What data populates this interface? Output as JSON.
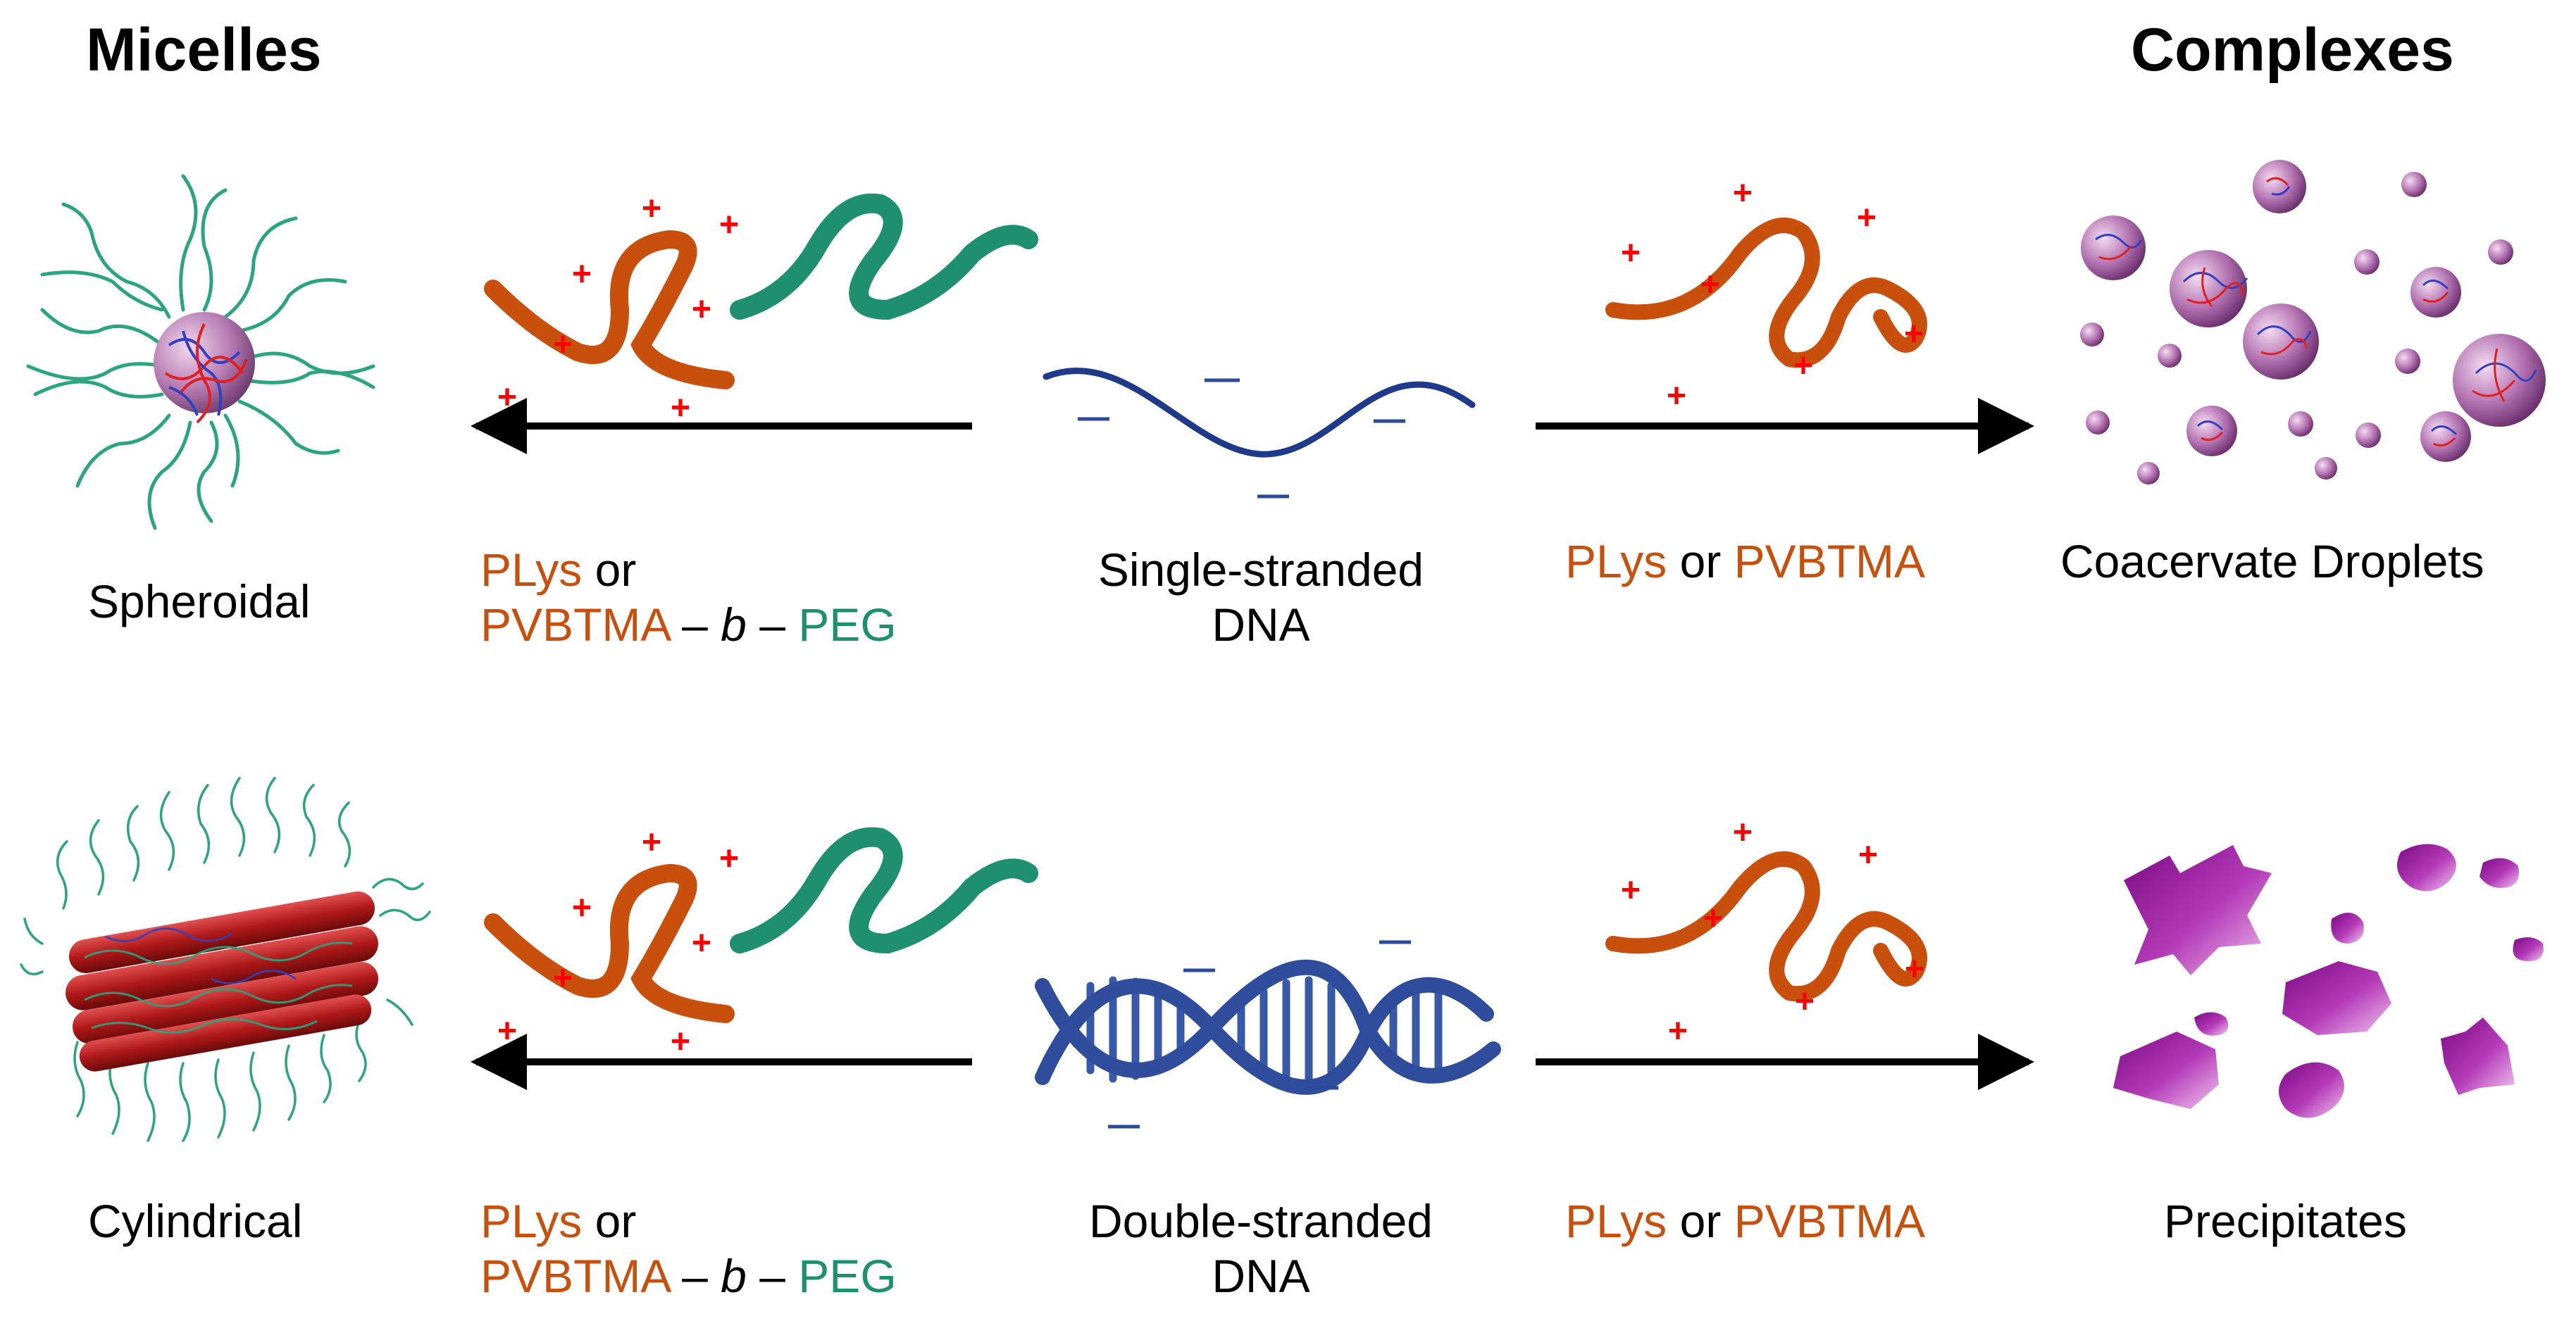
{
  "headings": {
    "left": "Micelles",
    "right": "Complexes"
  },
  "rows": [
    {
      "micelle_label": "Spheroidal",
      "copolymer": {
        "a": "PLys",
        "or": "or",
        "b": "PVBTMA",
        "sep1": "–",
        "block": "b",
        "sep2": "–",
        "peg": "PEG"
      },
      "dna_line1": "Single-stranded",
      "dna_line2": "DNA",
      "homopolymer": {
        "a": "PLys",
        "or": "or",
        "b": "PVBTMA"
      },
      "complex_label": "Coacervate Droplets"
    },
    {
      "micelle_label": "Cylindrical",
      "copolymer": {
        "a": "PLys",
        "or": "or",
        "b": "PVBTMA",
        "sep1": "–",
        "block": "b",
        "sep2": "–",
        "peg": "PEG"
      },
      "dna_line1": "Double-stranded",
      "dna_line2": "DNA",
      "homopolymer": {
        "a": "PLys",
        "or": "or",
        "b": "PVBTMA"
      },
      "complex_label": "Precipitates"
    }
  ],
  "symbols": {
    "positive": "+"
  },
  "colors": {
    "polycation": "#c8500c",
    "peg": "#1e9070",
    "dna": "#1f3a8a",
    "charge_positive": "#ff0000",
    "precipitate": "#9a1a9a"
  }
}
